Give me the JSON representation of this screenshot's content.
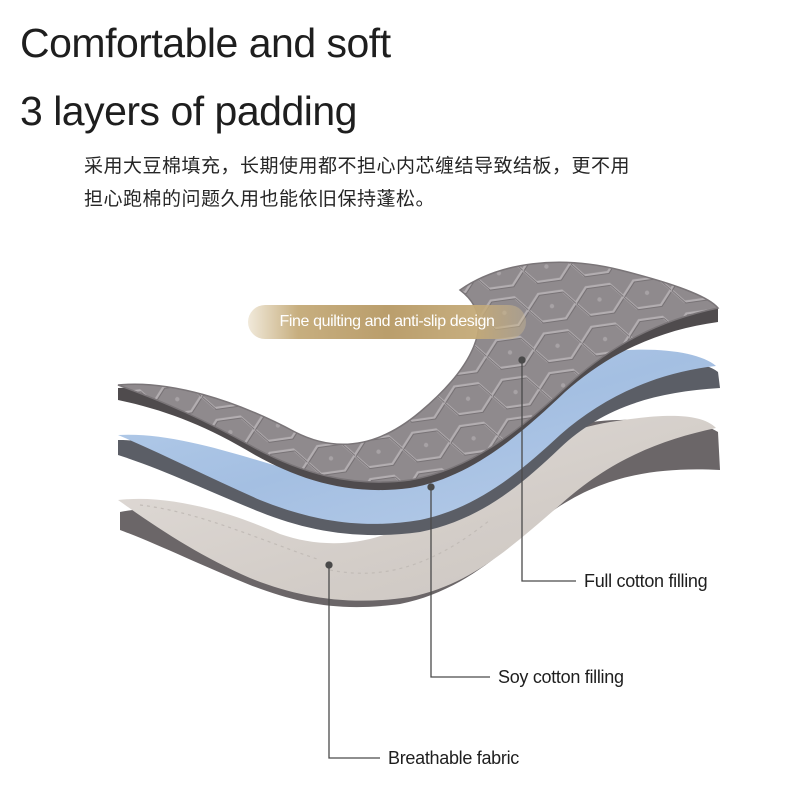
{
  "headline": {
    "line1": "Comfortable and soft",
    "line2": "3 layers of padding"
  },
  "description": {
    "line1": "采用大豆棉填充，长期使用都不担心内芯缠结导致结板，更不用",
    "line2": "担心跑棉的问题久用也能依旧保持蓬松。"
  },
  "badge": {
    "label": "Fine quilting and anti-slip design"
  },
  "callouts": {
    "full_cotton": "Full cotton filling",
    "soy_cotton": "Soy cotton filling",
    "breathable": "Breathable fabric"
  },
  "colors": {
    "top_layer": "#8f8a8d",
    "middle_layer": "#a9c3e3",
    "bottom_layer": "#d8d3cf",
    "edge": "#5f5b5d",
    "badge": "#bb9f6c"
  }
}
